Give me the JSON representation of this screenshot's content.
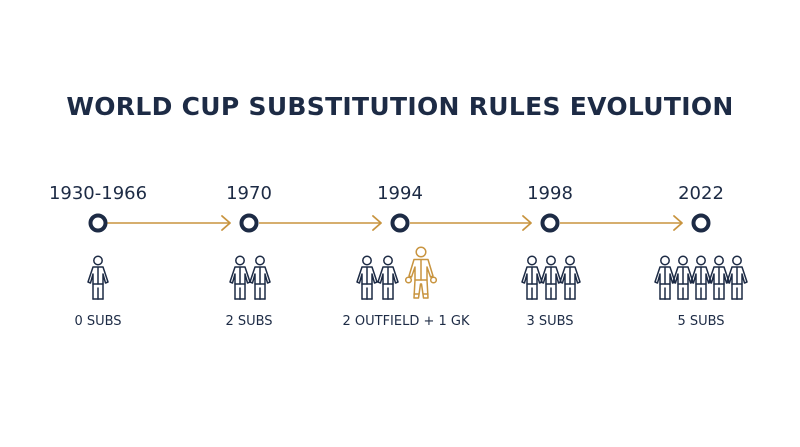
{
  "title": "WORLD CUP SUBSTITUTION RULES EVOLUTION",
  "colors": {
    "navy": "#1d2b45",
    "gold": "#c8943f"
  },
  "milestones": [
    {
      "year": "1930-1966",
      "subs": "0 SUBS",
      "outfield_players": 1,
      "goalkeepers": 0
    },
    {
      "year": "1970",
      "subs": "2 SUBS",
      "outfield_players": 2,
      "goalkeepers": 0
    },
    {
      "year": "1994",
      "subs": "2 OUTFIELD + 1 GK",
      "outfield_players": 2,
      "goalkeepers": 1
    },
    {
      "year": "1998",
      "subs": "3 SUBS",
      "outfield_players": 3,
      "goalkeepers": 0
    },
    {
      "year": "2022",
      "subs": "5 SUBS",
      "outfield_players": 5,
      "goalkeepers": 0
    }
  ],
  "icons": {
    "node": "timeline-node-icon",
    "player": "outfield-player-icon",
    "goalkeeper": "goalkeeper-icon",
    "arrow": "arrow-right-icon"
  }
}
